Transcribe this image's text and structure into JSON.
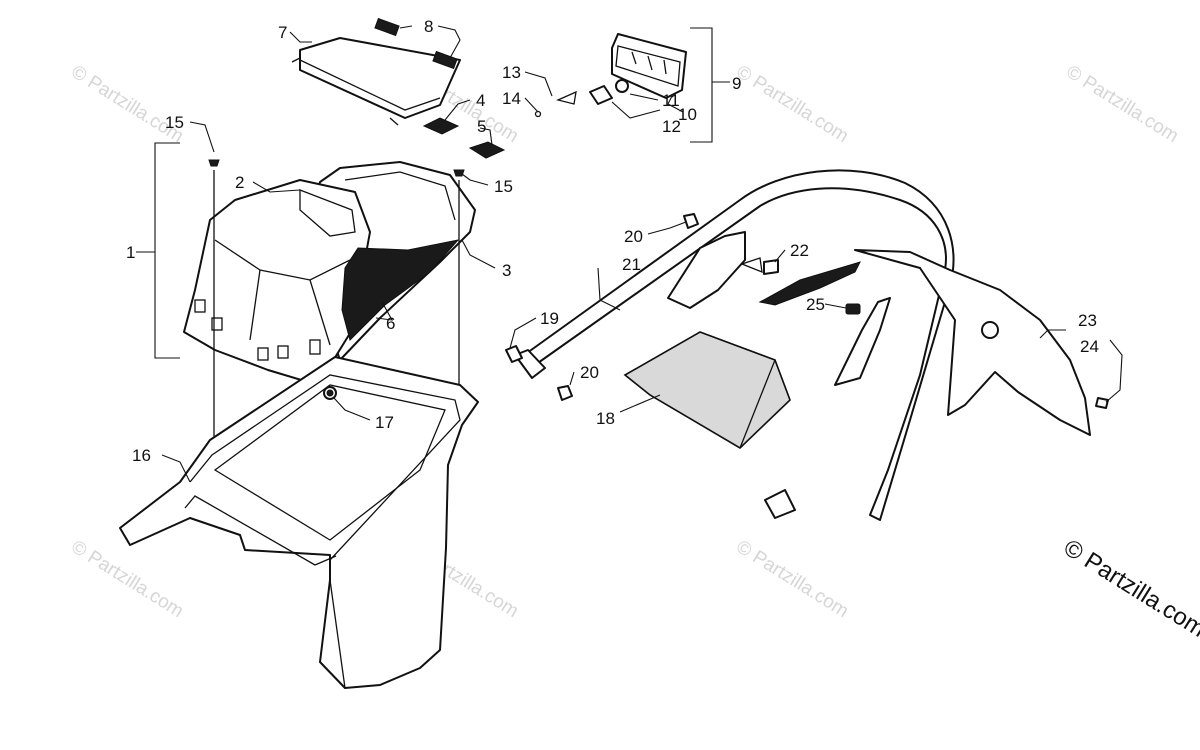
{
  "diagram": {
    "callouts": {
      "c1": "1",
      "c2": "2",
      "c3": "3",
      "c4": "4",
      "c5": "5",
      "c6": "6",
      "c7": "7",
      "c8": "8",
      "c9": "9",
      "c10": "10",
      "c11": "11",
      "c12": "12",
      "c13": "13",
      "c14": "14",
      "c15a": "15",
      "c15b": "15",
      "c16": "16",
      "c17": "17",
      "c18": "18",
      "c19": "19",
      "c20a": "20",
      "c20b": "20",
      "c21": "21",
      "c22": "22",
      "c23": "23",
      "c24": "24",
      "c25": "25"
    },
    "watermark": "© Partzilla.com",
    "copyright": "© Partzilla.com"
  }
}
